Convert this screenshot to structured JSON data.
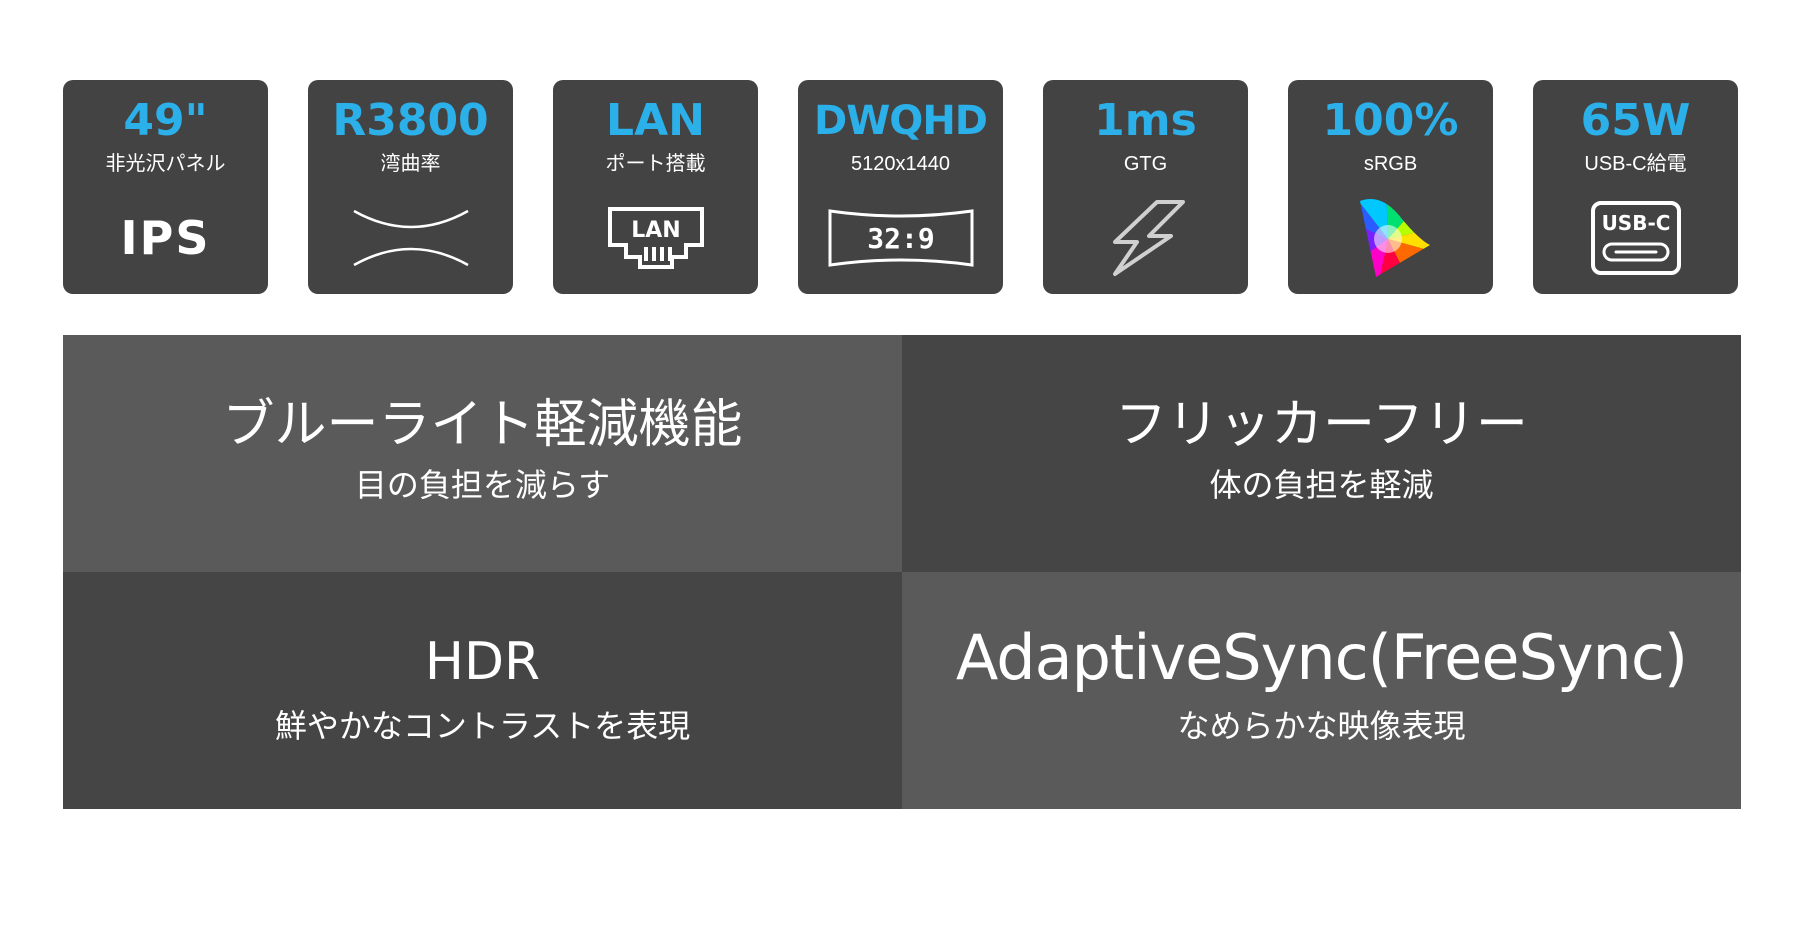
{
  "accent_color": "#2bb0ea",
  "tile_color": "#434343",
  "features": [
    {
      "title": "49\"",
      "subtitle": "非光沢パネル",
      "icon": "ips-text-icon",
      "icon_text": "IPS"
    },
    {
      "title": "R3800",
      "subtitle": "湾曲率",
      "icon": "curvature-icon"
    },
    {
      "title": "LAN",
      "subtitle": "ポート搭載",
      "icon": "lan-port-icon",
      "icon_text": "LAN"
    },
    {
      "title": "DWQHD",
      "subtitle": "5120x1440",
      "icon": "aspect-ratio-icon",
      "icon_text": "32:9"
    },
    {
      "title": "1ms",
      "subtitle": "GTG",
      "icon": "lightning-bolt-icon"
    },
    {
      "title": "100%",
      "subtitle": "sRGB",
      "icon": "color-gamut-icon"
    },
    {
      "title": "65W",
      "subtitle": "USB-C給電",
      "icon": "usb-c-icon",
      "icon_text": "USB-C"
    }
  ],
  "highlights": [
    {
      "main": "ブルーライト軽減機能",
      "sub": "目の負担を減らす"
    },
    {
      "main": "フリッカーフリー",
      "sub": "体の負担を軽減"
    },
    {
      "main": "HDR",
      "sub": "鮮やかなコントラストを表現"
    },
    {
      "main": "AdaptiveSync(FreeSync)",
      "sub": "なめらかな映像表現"
    }
  ]
}
